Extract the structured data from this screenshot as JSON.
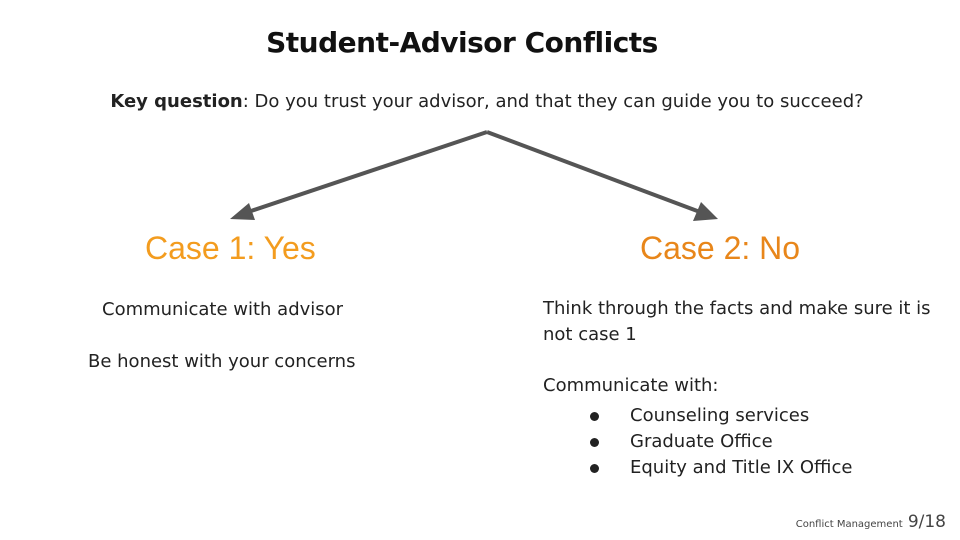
{
  "title": "Student-Advisor Conflicts",
  "key_question": {
    "label": "Key question",
    "text": ": Do you trust your advisor, and that they can guide you to succeed?"
  },
  "case1": {
    "heading": "Case 1: Yes",
    "items": [
      "Communicate with advisor",
      "Be honest with your concerns"
    ]
  },
  "case2": {
    "heading": "Case 2: No",
    "intro": "Think through the facts and make sure it is not case 1",
    "communicate_label": "Communicate with:",
    "list": [
      "Counseling services",
      "Graduate Office",
      "Equity and Title IX Office"
    ]
  },
  "footer": {
    "section": "Conflict Management",
    "page": "9/18"
  },
  "colors": {
    "case1_heading": "#f39c1f",
    "case2_heading": "#e8861a",
    "arrow": "#555555"
  }
}
